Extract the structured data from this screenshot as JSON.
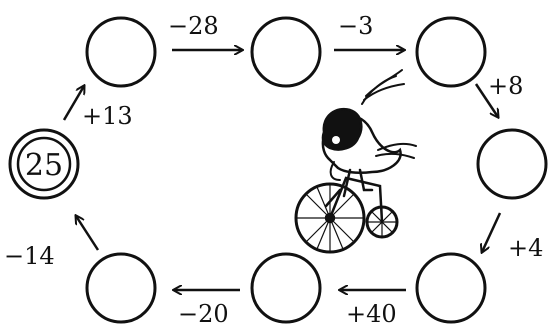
{
  "start": {
    "value": "25"
  },
  "steps": [
    {
      "id": "s1",
      "op": "+13"
    },
    {
      "id": "s2",
      "op": "−28"
    },
    {
      "id": "s3",
      "op": "−3"
    },
    {
      "id": "s4",
      "op": "+8"
    },
    {
      "id": "s5",
      "op": "+4"
    },
    {
      "id": "s6",
      "op": "+40"
    },
    {
      "id": "s7",
      "op": "−20"
    },
    {
      "id": "s8",
      "op": "−14"
    }
  ],
  "illustration": {
    "name": "cartoon-rider-on-penny-farthing"
  }
}
